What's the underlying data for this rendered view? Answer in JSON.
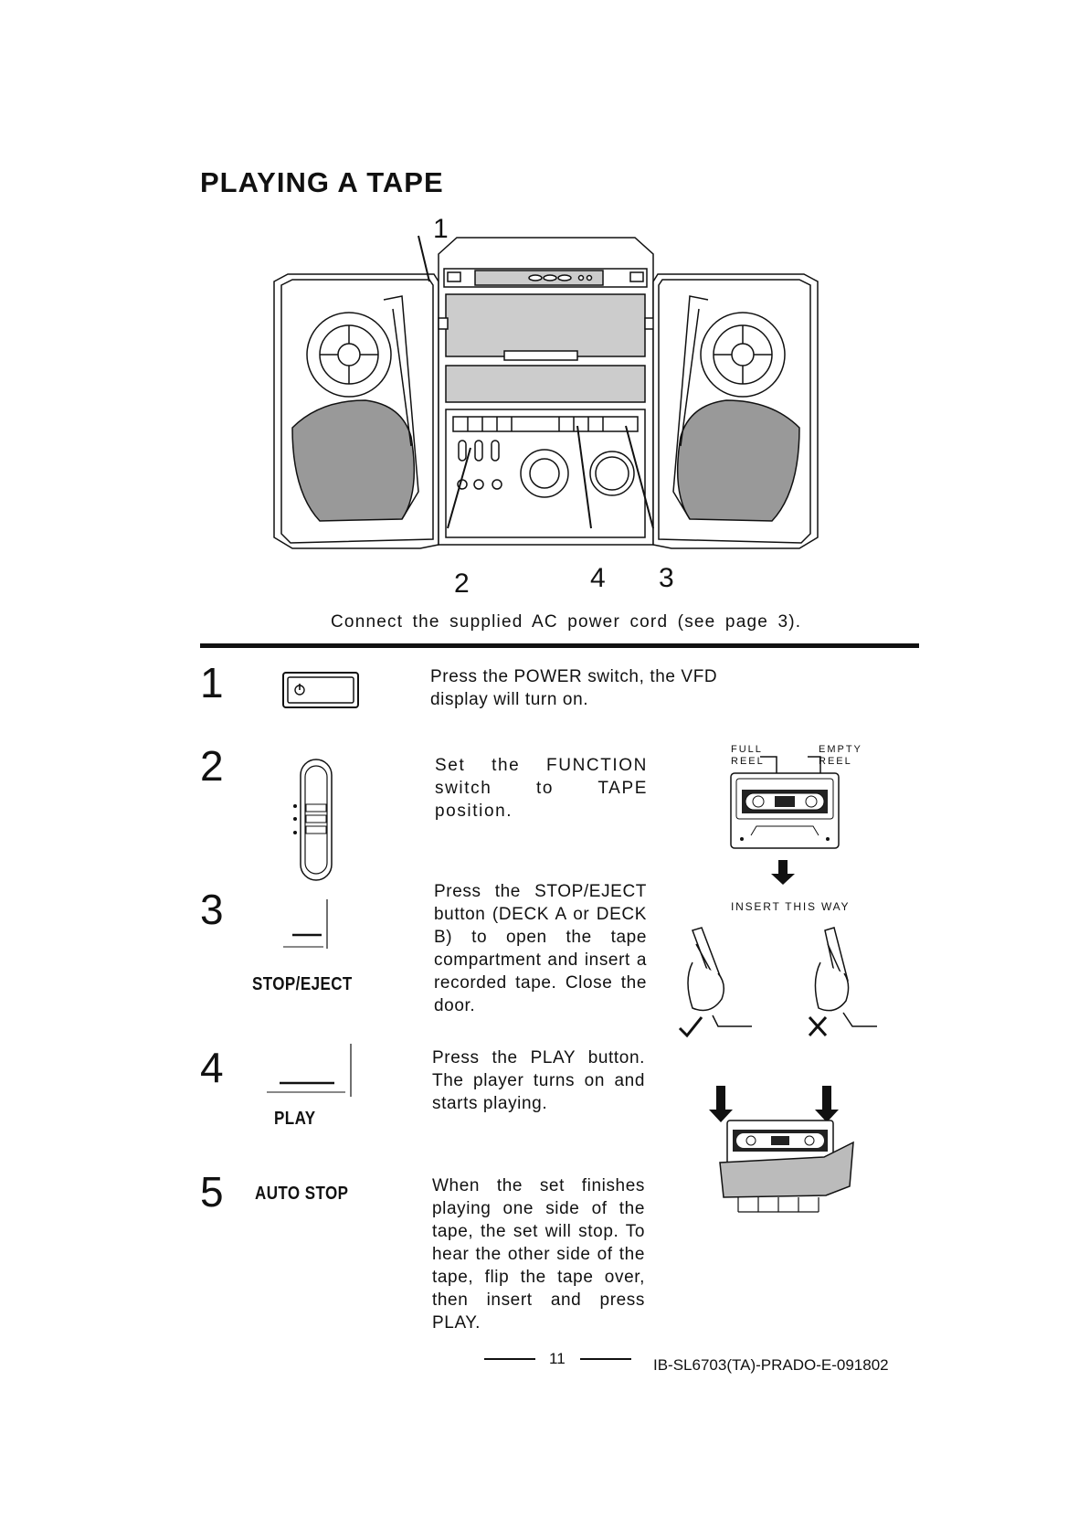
{
  "header": {
    "title": "PLAYING A TAPE"
  },
  "diagram": {
    "callouts": [
      "1",
      "2",
      "3",
      "4"
    ]
  },
  "caption": "Connect the supplied AC power cord (see page 3).",
  "steps": [
    {
      "number": "1",
      "text": "Press the POWER switch, the VFD display will turn on.",
      "control_label": ""
    },
    {
      "number": "2",
      "text": "Set the FUNCTION switch to TAPE position.",
      "control_label": ""
    },
    {
      "number": "3",
      "text": "Press the STOP/EJECT button (DECK A or DECK B) to open the tape compartment and insert a recorded tape. Close the door.",
      "control_label": "STOP/EJECT"
    },
    {
      "number": "4",
      "text": "Press the PLAY button. The player turns on and starts playing.",
      "control_label": "PLAY"
    },
    {
      "number": "5",
      "text": "When the set finishes playing one side of the tape, the set will stop. To hear the other side of the tape, flip the tape over, then insert and press PLAY.",
      "control_label": "AUTO STOP"
    }
  ],
  "cassette_figure": {
    "full_reel_label_1": "FULL",
    "full_reel_label_2": "REEL",
    "empty_reel_label_1": "EMPTY",
    "empty_reel_label_2": "REEL",
    "insert_label": "INSERT THIS WAY"
  },
  "footer": {
    "page_number": "11",
    "document_code": "IB-SL6703(TA)-PRADO-E-091802"
  }
}
